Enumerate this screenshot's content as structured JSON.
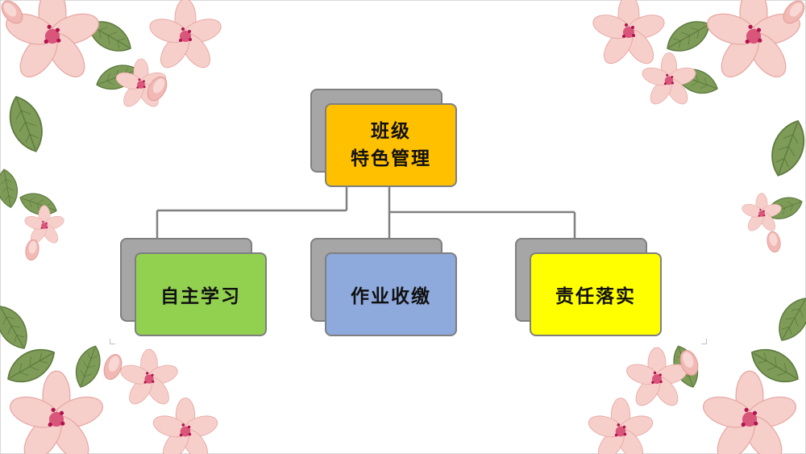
{
  "diagram": {
    "root": {
      "line1": "班级",
      "line2": "特色管理",
      "color": "#FFC000"
    },
    "children": [
      {
        "label": "自主学习",
        "color": "#92D050"
      },
      {
        "label": "作业收缴",
        "color": "#8EA9DB"
      },
      {
        "label": "责任落实",
        "color": "#FFFF00"
      }
    ],
    "shadow_color": "#A6A6A6",
    "line_color": "#808080"
  },
  "decoration": {
    "theme": "pink-flowers-and-green-leaves-border",
    "petal_color": "#F4C7C3",
    "petal_center_color": "#C2185B",
    "leaf_color": "#7A9A54"
  }
}
